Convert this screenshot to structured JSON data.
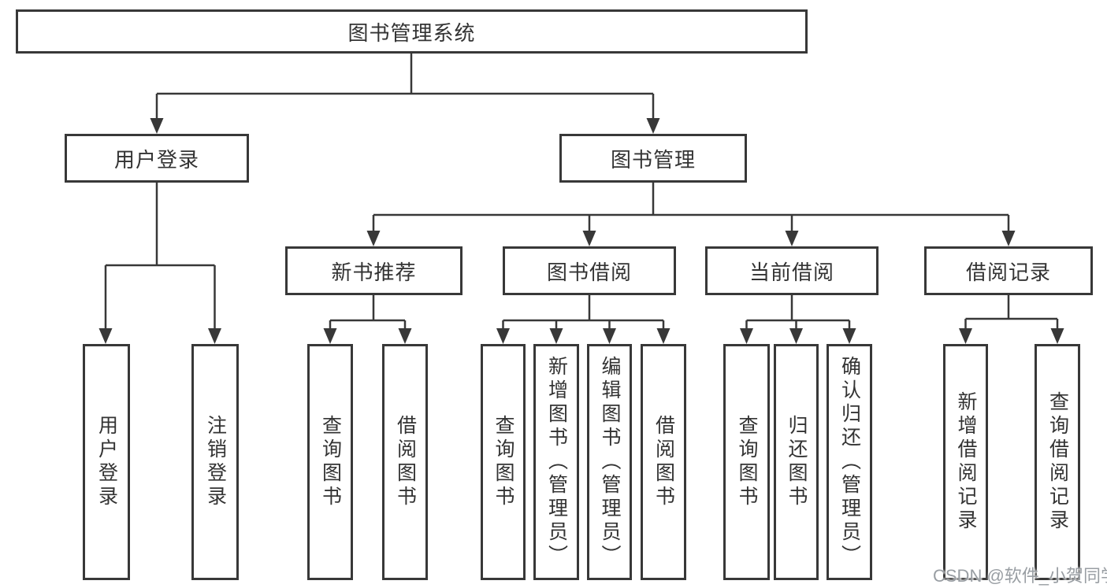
{
  "tree": {
    "root": {
      "label": "图书管理系统",
      "children": [
        {
          "label": "用户登录",
          "children": [
            {
              "label": "用户登录"
            },
            {
              "label": "注销登录"
            }
          ]
        },
        {
          "label": "图书管理",
          "children": [
            {
              "label": "新书推荐",
              "children": [
                {
                  "label": "查询图书"
                },
                {
                  "label": "借阅图书"
                }
              ]
            },
            {
              "label": "图书借阅",
              "children": [
                {
                  "label": "查询图书"
                },
                {
                  "label": "新增图书（管理员）"
                },
                {
                  "label": "编辑图书（管理员）"
                },
                {
                  "label": "借阅图书"
                }
              ]
            },
            {
              "label": "当前借阅",
              "children": [
                {
                  "label": "查询图书"
                },
                {
                  "label": "归还图书"
                },
                {
                  "label": "确认归还（管理员）"
                }
              ]
            },
            {
              "label": "借阅记录",
              "children": [
                {
                  "label": "新增借阅记录"
                },
                {
                  "label": "查询借阅记录"
                }
              ]
            }
          ]
        }
      ]
    }
  },
  "watermark": {
    "text": "CSDN @软件_小贺同学"
  },
  "colors": {
    "line": "#383838",
    "box_border": "#383838",
    "text": "#333333",
    "watermark": "#94999e",
    "background": "#ffffff"
  }
}
